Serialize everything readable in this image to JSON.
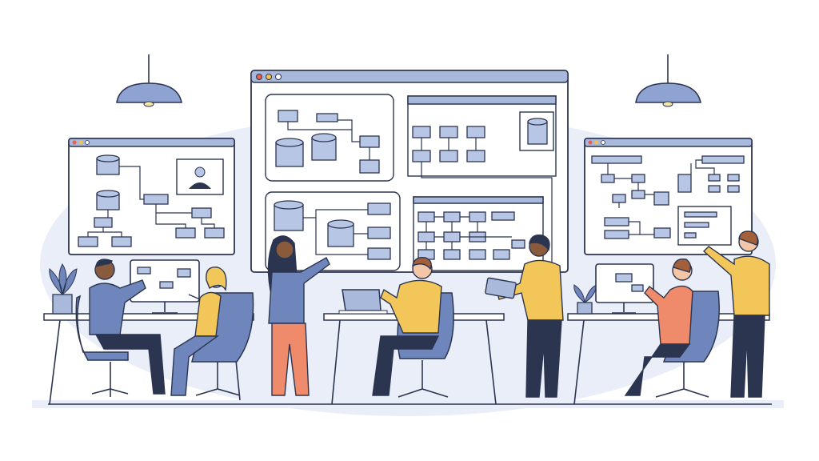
{
  "scene": {
    "description_tags": [
      "team",
      "collaboration",
      "flowcharts",
      "databases"
    ],
    "colors": {
      "accent_blue": "#a9b9dc",
      "box_blue": "#b8c6e6",
      "outline": "#2c3550",
      "backdrop": "#e6ecf8",
      "shirt_yellow": "#f3c65a",
      "shirt_orange": "#ef8a6a",
      "chair_blue": "#6f86bd",
      "dot_red": "#e8604c",
      "dot_yellow": "#f2c14e"
    },
    "icons": [
      "pendant-lamp-icon",
      "database-icon",
      "user-avatar-icon",
      "flowchart-icon",
      "plant-icon",
      "laptop-icon",
      "tablet-icon"
    ]
  }
}
